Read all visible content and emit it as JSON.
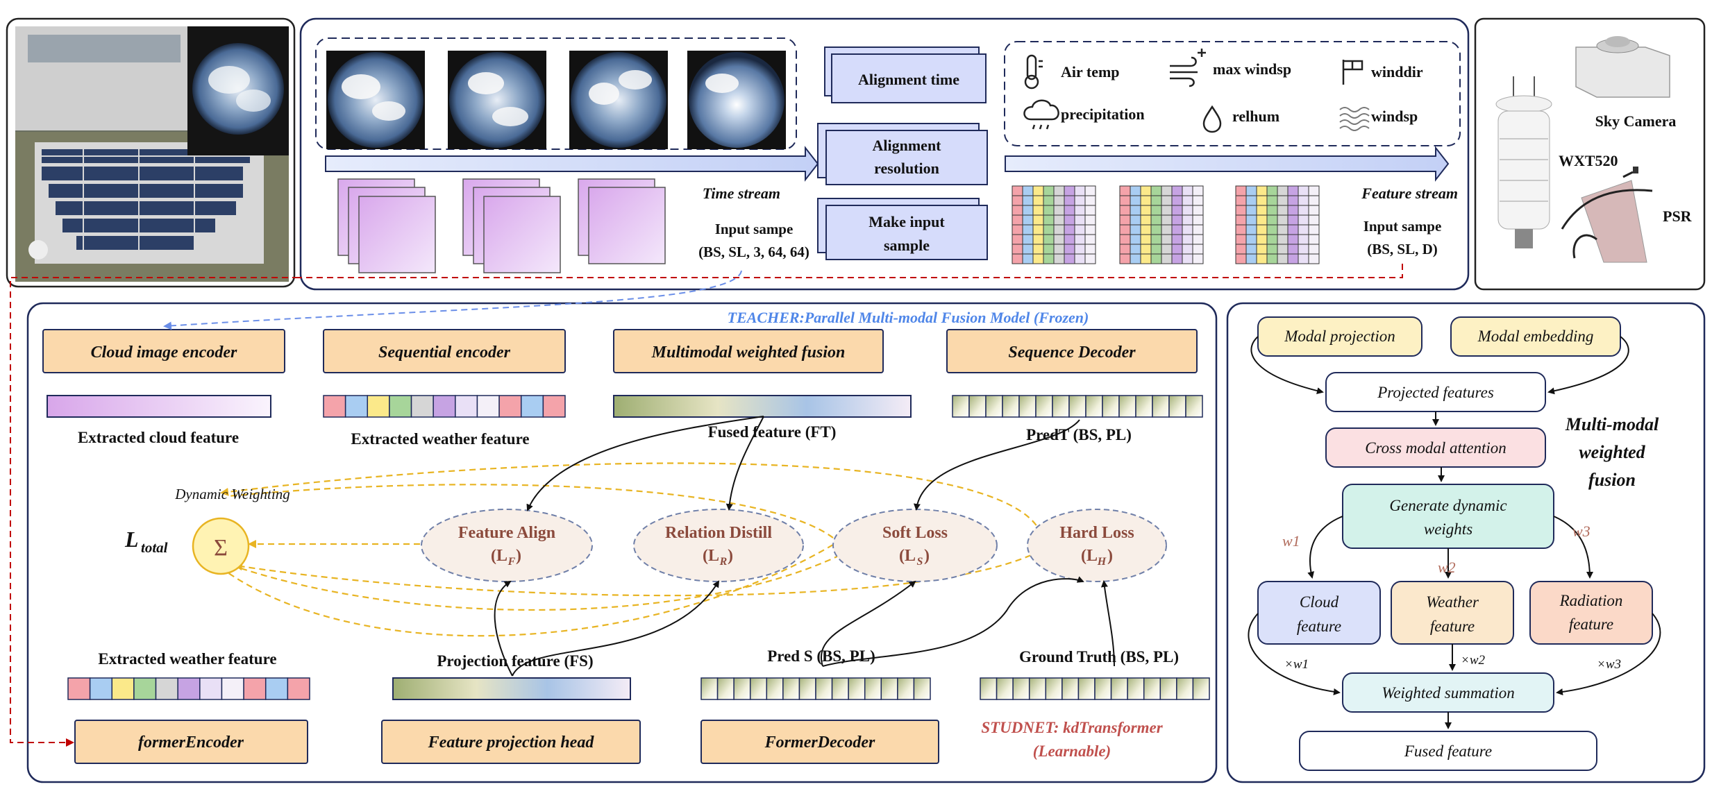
{
  "top": {
    "time_boxes": [
      "Alignment time",
      "Alignment",
      "resolution",
      "Make input",
      "sample"
    ],
    "weather_vars": [
      {
        "label": "Air temp",
        "icon": "thermometer-icon"
      },
      {
        "label": "max windsp",
        "icon": "wind-plus-icon"
      },
      {
        "label": "winddir",
        "icon": "flag-icon"
      },
      {
        "label": "precipitation",
        "icon": "rain-cloud-icon"
      },
      {
        "label": "relhum",
        "icon": "humidity-drop-icon"
      },
      {
        "label": "windsp",
        "icon": "waves-icon"
      }
    ],
    "time_stream_label": "Time stream",
    "feature_stream_label": "Feature stream",
    "input_time_line1": "Input sampe",
    "input_time_line2": "(BS, SL, 3, 64, 64)",
    "input_feat_line1": "Input sampe",
    "input_feat_line2": "(BS, SL, D)"
  },
  "sensors": {
    "sky_camera": "Sky Camera",
    "wxt": "WXT520",
    "psr": "PSR"
  },
  "teacher": {
    "title": "TEACHER:Parallel Multi-modal Fusion Model (Frozen)",
    "cloud_encoder": "Cloud image encoder",
    "seq_encoder": "Sequential encoder",
    "mm_fusion": "Multimodal weighted fusion",
    "seq_decoder": "Sequence Decoder",
    "extracted_cloud": "Extracted cloud feature",
    "extracted_weather": "Extracted weather feature",
    "fused_feature": "Fused  feature (FT)",
    "pred_t": "PredT (BS, PL)"
  },
  "losses": {
    "dynamic_weighting": "Dynamic Weighting",
    "l_total": "L",
    "l_total_sub": "total",
    "sigma": "Σ",
    "feature_align": "Feature Align",
    "feature_align_sym": "(L",
    "feature_align_sub": "F",
    "relation_distill": "Relation Distill",
    "relation_distill_sym": "(L",
    "relation_distill_sub": "R",
    "soft_loss": "Soft Loss",
    "soft_loss_sym": "(L",
    "soft_loss_sub": "S",
    "hard_loss": "Hard Loss",
    "hard_loss_sym": "(L",
    "hard_loss_sub": "H"
  },
  "student": {
    "extracted_weather": "Extracted weather feature",
    "projection_feature": "Projection feature (FS)",
    "pred_s": "Pred S (BS, PL)",
    "ground_truth": "Ground Truth (BS, PL)",
    "former_encoder": "formerEncoder",
    "projection_head": "Feature projection head",
    "former_decoder": "FormerDecoder",
    "studnet_line1": "STUDNET: kdTransformer",
    "studnet_line2": "(Learnable)"
  },
  "fusion": {
    "modal_projection": "Modal projection",
    "modal_embedding": "Modal embedding",
    "projected_features": "Projected features",
    "cross_modal_attention": "Cross modal attention",
    "generate_line1": "Generate dynamic",
    "generate_line2": "weights",
    "w1": "w1",
    "w2": "w2",
    "w3": "w3",
    "cloud_line1": "Cloud",
    "cloud_line2": "feature",
    "weather_line1": "Weather",
    "weather_line2": "feature",
    "radiation_line1": "Radiation",
    "radiation_line2": "feature",
    "xw1": "×w1",
    "xw2": "×w2",
    "xw3": "×w3",
    "weighted_summation": "Weighted summation",
    "fused_feature": "Fused feature",
    "title_line1": "Multi-modal",
    "title_line2": "weighted",
    "title_line3": "fusion"
  },
  "colors": {
    "encoder_fill": "#fbd9ac",
    "box_fill": "#d6dcfb",
    "arrow_fill": "#cdd8f8",
    "loss_fill": "#f8efe8",
    "loss_text": "#8b4a3c",
    "dash_orange": "#e8b422",
    "teacher_blue": "#4f86e8",
    "student_red": "#c0504d",
    "sigma_fill": "#fff3b3"
  }
}
